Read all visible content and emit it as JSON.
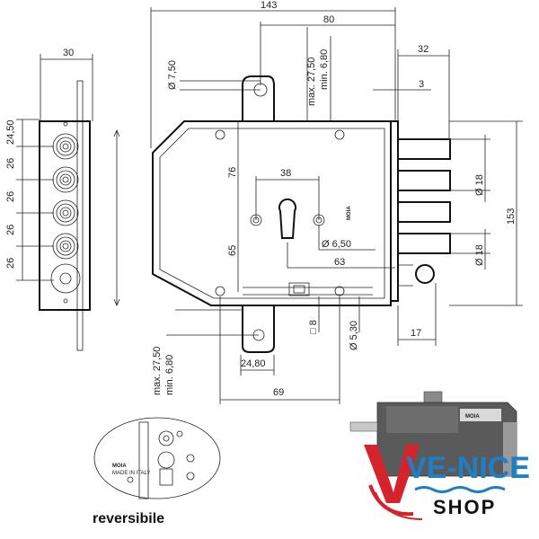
{
  "left_view": {
    "width_label": "30",
    "spacing_labels": [
      "24,50",
      "26",
      "26",
      "26",
      "26"
    ]
  },
  "main_view": {
    "overall_width": "143",
    "bolt_offset": "80",
    "slot_max_top": "max. 27,50",
    "slot_min_top": "min. 6,80",
    "hole_top": "Ø 7,50",
    "bolt_projection": "32",
    "faceplate_thickness": "3",
    "height_76": "76",
    "key_spacing": "38",
    "height_65": "65",
    "cylinder_hole": "Ø 6,50",
    "backset_63": "63",
    "bolt_dia_upper": "Ø 18",
    "bolt_dia_lower": "Ø 18",
    "overall_height": "153",
    "square_8": "□ 8",
    "hole_530": "Ø 5,30",
    "latch_17": "17",
    "slot_max_bottom": "max. 27,50",
    "slot_min_bottom": "min. 6,80",
    "slot_2480": "24,80",
    "bottom_69": "69",
    "brand_mark": "MOIA"
  },
  "inset": {
    "caption": "reversibile",
    "brand": "MOIA",
    "made_in": "MADE IN ITALY"
  },
  "photo": {
    "label": "MOIA"
  },
  "logo": {
    "main": "VE-NICE",
    "sub": "SHOP"
  },
  "colors": {
    "logo_blue": "#1f7fc6",
    "logo_red": "#d4232a",
    "line": "#222222"
  }
}
